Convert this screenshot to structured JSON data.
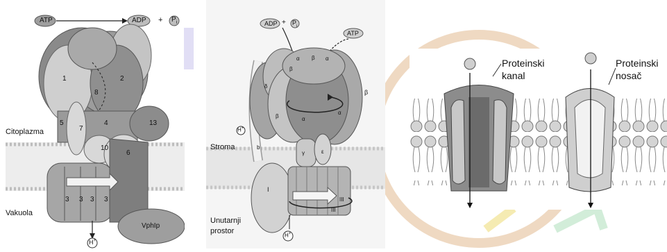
{
  "panel_left": {
    "label_atp": "ATP",
    "label_adp": "ADP",
    "label_plus": "+",
    "label_pi": "P",
    "label_pi_sub": "i",
    "subunits": [
      "1",
      "2",
      "8",
      "5",
      "7",
      "4",
      "13",
      "10",
      "6",
      "3",
      "3",
      "3",
      "3"
    ],
    "label_cytoplasm": "Citoplazma",
    "label_vacuole": "Vakuola",
    "label_vphip": "VphIp",
    "label_proton": "H",
    "label_proton_sup": "+"
  },
  "panel_middle": {
    "label_adp": "ADP",
    "label_plus": "+",
    "label_pi": "P",
    "label_pi_sub": "i",
    "label_atp": "ATP",
    "subunits": [
      "α",
      "β",
      "α",
      "β",
      "δ",
      "β",
      "α",
      "β",
      "α",
      "b",
      "γ",
      "ε",
      "I",
      "III",
      "III"
    ],
    "label_stroma": "Stroma",
    "label_inner_line1": "Unutarnji",
    "label_inner_line2": "prostor",
    "label_proton": "H",
    "label_proton_sup": "+"
  },
  "panel_right": {
    "label_channel_line1": "Proteinski",
    "label_channel_line2": "kanal",
    "label_carrier_line1": "Proteinski",
    "label_carrier_line2": "nosač"
  }
}
